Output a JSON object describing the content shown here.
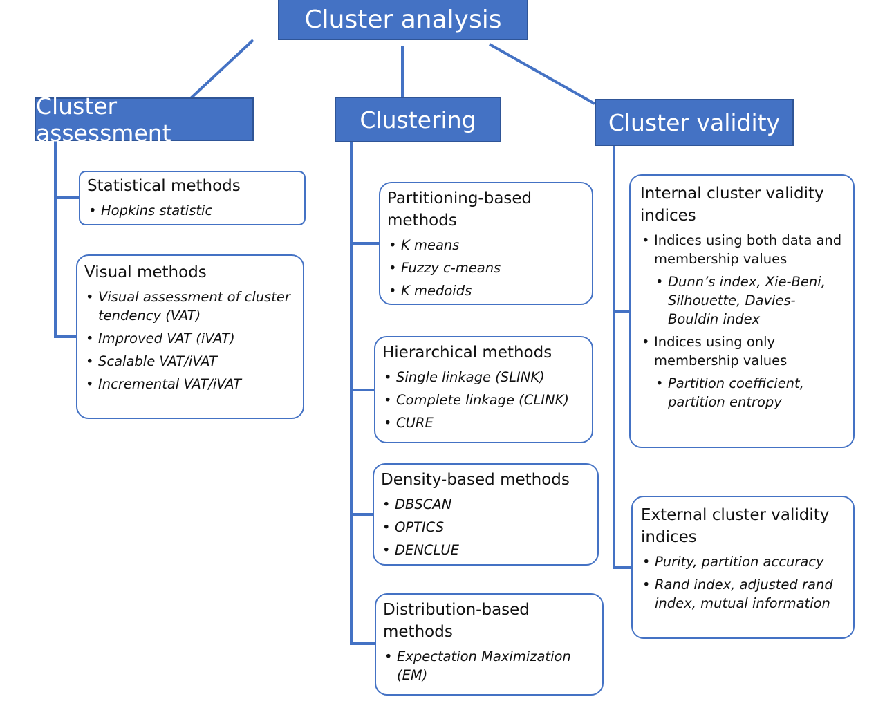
{
  "root": {
    "title": "Cluster analysis"
  },
  "assessment": {
    "title": "Cluster assessment",
    "statistical": {
      "title": "Statistical methods",
      "items": [
        "Hopkins statistic"
      ]
    },
    "visual": {
      "title": "Visual methods",
      "items": [
        "Visual assessment of cluster tendency (VAT)",
        "Improved VAT (iVAT)",
        "Scalable VAT/iVAT",
        "Incremental VAT/iVAT"
      ]
    }
  },
  "clustering": {
    "title": "Clustering",
    "partitioning": {
      "title": "Partitioning-based methods",
      "items": [
        "K means",
        "Fuzzy c-means",
        "K medoids"
      ]
    },
    "hierarchical": {
      "title": "Hierarchical methods",
      "items": [
        "Single linkage (SLINK)",
        "Complete linkage (CLINK)",
        "CURE"
      ]
    },
    "density": {
      "title": "Density-based methods",
      "items": [
        "DBSCAN",
        "OPTICS",
        "DENCLUE"
      ]
    },
    "distribution": {
      "title": "Distribution-based methods",
      "items": [
        "Expectation Maximization (EM)"
      ]
    }
  },
  "validity": {
    "title": "Cluster validity",
    "internal": {
      "title": "Internal cluster validity indices",
      "group1": "Indices using both data and membership values",
      "group1_items": "Dunn’s index, Xie-Beni, Silhouette, Davies-Bouldin index",
      "group2": "Indices using only membership values",
      "group2_items": "Partition coefficient, partition entropy"
    },
    "external": {
      "title": "External cluster validity indices",
      "items": [
        "Purity, partition accuracy",
        "Rand index, adjusted rand index, mutual information"
      ]
    }
  },
  "colors": {
    "header_fill": "#4472c4",
    "connector": "#4472c4",
    "box_border": "#4472c4"
  }
}
